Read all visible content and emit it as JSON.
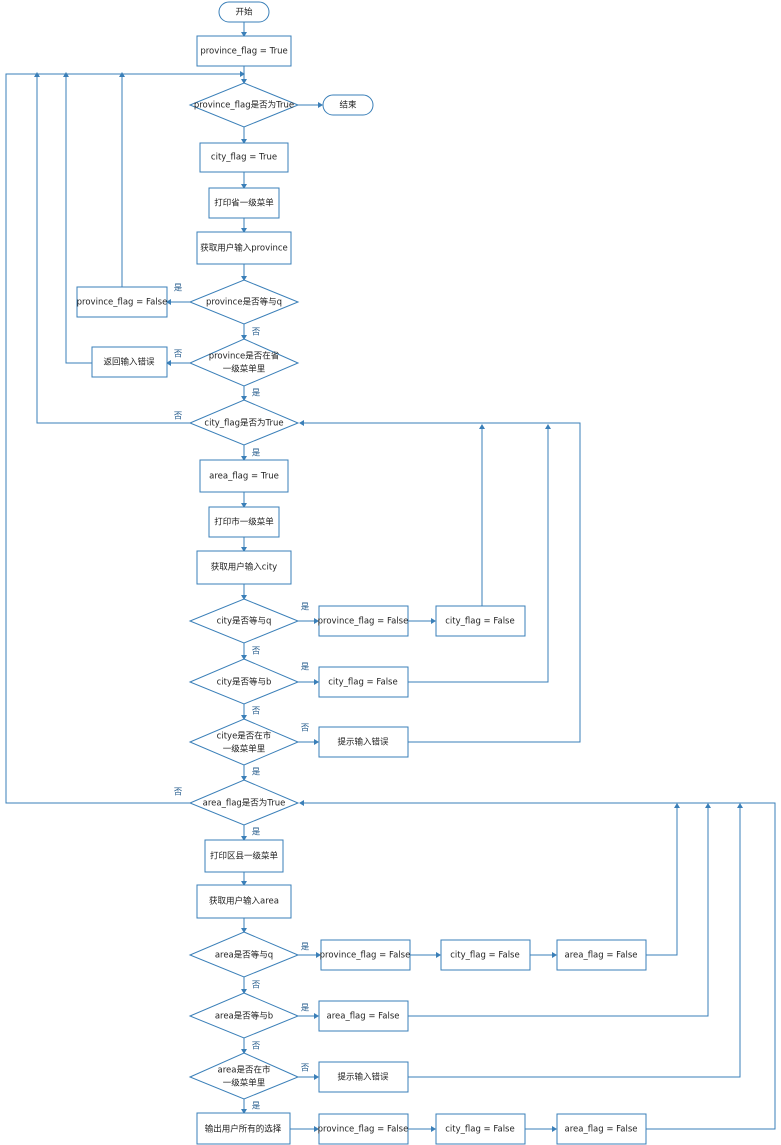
{
  "nodes": {
    "start": "开始",
    "end": "结束",
    "set_province_flag_true": "province_flag = True",
    "check_province_flag": "province_flag是否为True",
    "set_city_flag_true": "city_flag = True",
    "print_province_menu": "打印省一级菜单",
    "get_province_input": "获取用户输入province",
    "check_province_q": "province是否等与q",
    "set_province_flag_false_1": "province_flag = False",
    "check_province_in_1": "province是否在省",
    "check_province_in_2": "一级菜单里",
    "province_error": "返回输入错误",
    "check_city_flag": "city_flag是否为True",
    "set_area_flag_true": "area_flag = True",
    "print_city_menu": "打印市一级菜单",
    "get_city_input": "获取用户输入city",
    "check_city_q": "city是否等与q",
    "set_province_flag_false_2": "province_flag = False",
    "set_city_flag_false_1": "city_flag = False",
    "check_city_b": "city是否等与b",
    "set_city_flag_false_2": "city_flag = False",
    "check_city_in_1": "citye是否在市",
    "check_city_in_2": "一级菜单里",
    "city_error": "提示输入错误",
    "check_area_flag": "area_flag是否为True",
    "print_area_menu": "打印区县一级菜单",
    "get_area_input": "获取用户输入area",
    "check_area_q": "area是否等与q",
    "set_province_flag_false_3": "province_flag = False",
    "set_city_flag_false_3": "city_flag = False",
    "set_area_flag_false_1": "area_flag = False",
    "check_area_b": "area是否等与b",
    "set_area_flag_false_2": "area_flag = False",
    "check_area_in_1": "area是否在市",
    "check_area_in_2": "一级菜单里",
    "area_error": "提示输入错误",
    "output_all": "输出用户所有的选择",
    "set_province_flag_false_4": "province_flag = False",
    "set_city_flag_false_4": "city_flag = False",
    "set_area_flag_false_3": "area_flag = False"
  },
  "labels": {
    "yes": "是",
    "no": "否"
  }
}
